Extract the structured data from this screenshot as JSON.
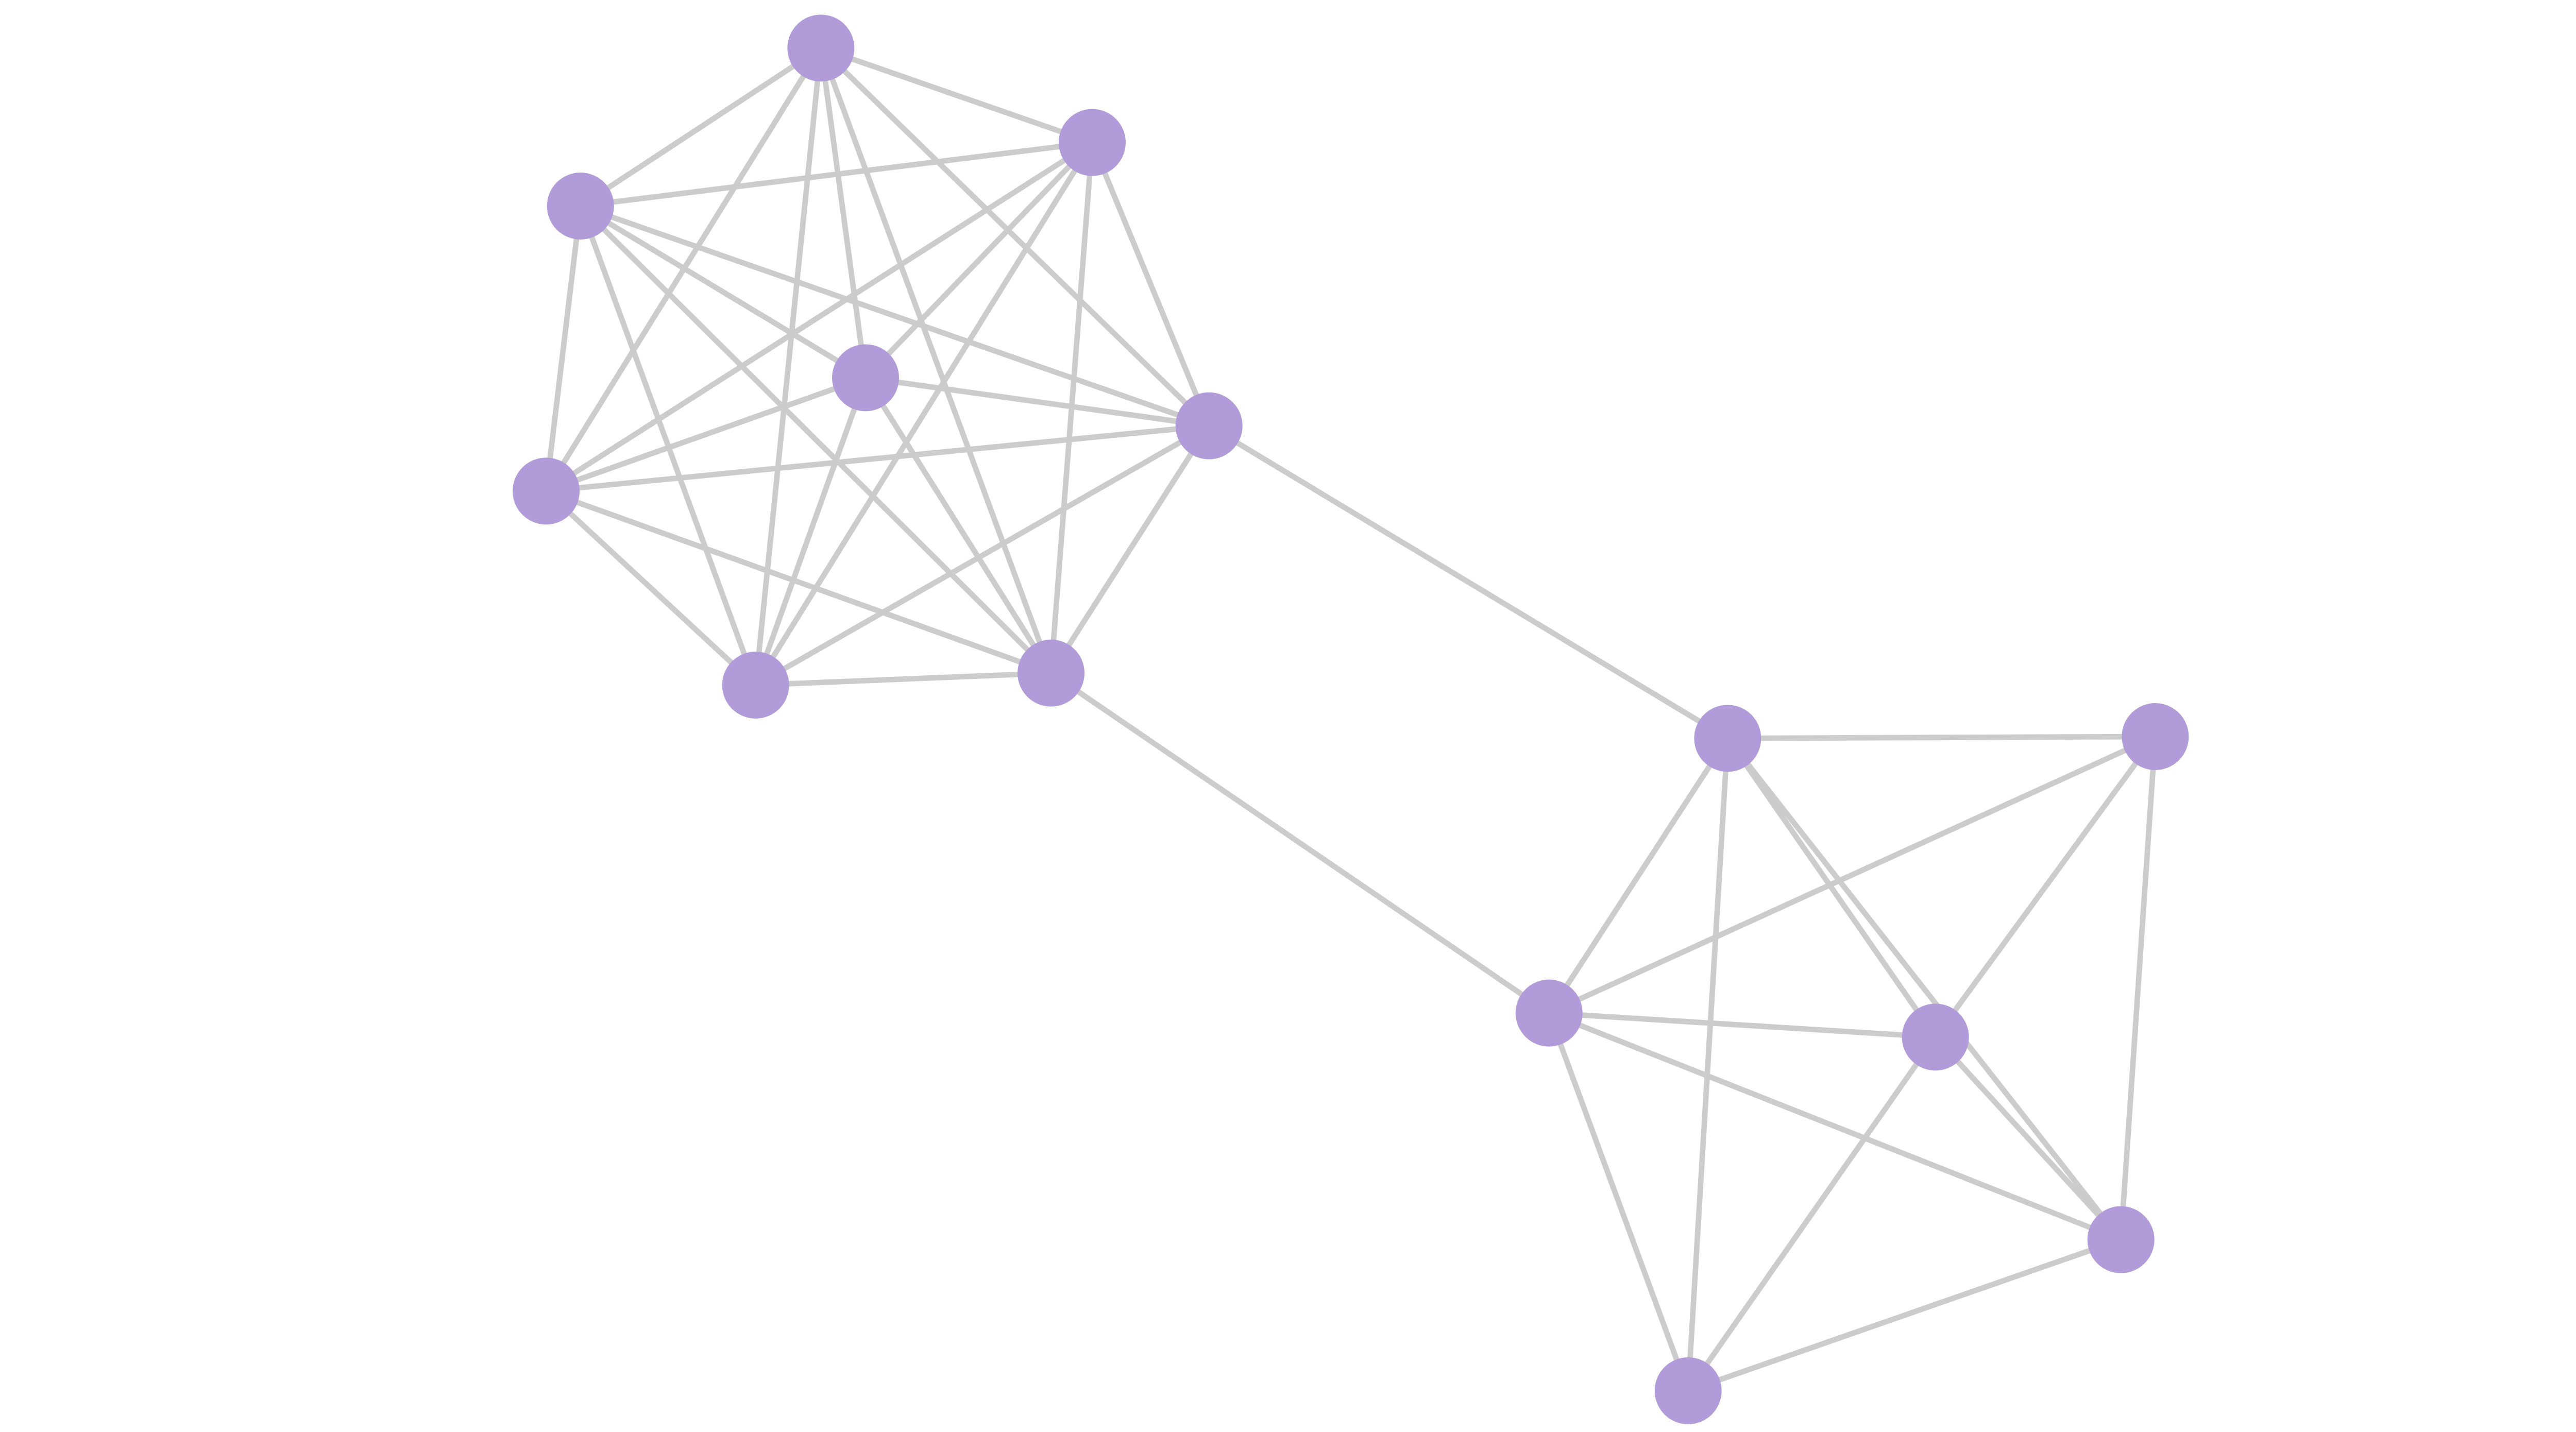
{
  "graph": {
    "colors": {
      "background": "#ffffff",
      "node": "#b19cd9",
      "edge": "#cccccc"
    },
    "nodes": [
      {
        "id": "A1",
        "cluster": "A"
      },
      {
        "id": "A2",
        "cluster": "A"
      },
      {
        "id": "A3",
        "cluster": "A"
      },
      {
        "id": "A4",
        "cluster": "A"
      },
      {
        "id": "A5",
        "cluster": "A"
      },
      {
        "id": "A6",
        "cluster": "A"
      },
      {
        "id": "A7",
        "cluster": "A"
      },
      {
        "id": "A8",
        "cluster": "A"
      },
      {
        "id": "B1",
        "cluster": "B"
      },
      {
        "id": "B2",
        "cluster": "B"
      },
      {
        "id": "B3",
        "cluster": "B"
      },
      {
        "id": "B4",
        "cluster": "B"
      },
      {
        "id": "B5",
        "cluster": "B"
      },
      {
        "id": "B6",
        "cluster": "B"
      }
    ],
    "edges": [
      [
        "A1",
        "A2"
      ],
      [
        "A1",
        "A3"
      ],
      [
        "A1",
        "A4"
      ],
      [
        "A1",
        "A5"
      ],
      [
        "A1",
        "A6"
      ],
      [
        "A1",
        "A7"
      ],
      [
        "A1",
        "A8"
      ],
      [
        "A2",
        "A3"
      ],
      [
        "A2",
        "A4"
      ],
      [
        "A2",
        "A5"
      ],
      [
        "A2",
        "A6"
      ],
      [
        "A2",
        "A7"
      ],
      [
        "A2",
        "A8"
      ],
      [
        "A3",
        "A4"
      ],
      [
        "A3",
        "A5"
      ],
      [
        "A3",
        "A6"
      ],
      [
        "A3",
        "A7"
      ],
      [
        "A3",
        "A8"
      ],
      [
        "A4",
        "A5"
      ],
      [
        "A4",
        "A6"
      ],
      [
        "A4",
        "A7"
      ],
      [
        "A4",
        "A8"
      ],
      [
        "A5",
        "A6"
      ],
      [
        "A5",
        "A7"
      ],
      [
        "A5",
        "A8"
      ],
      [
        "A6",
        "A7"
      ],
      [
        "A6",
        "A8"
      ],
      [
        "A7",
        "A8"
      ],
      [
        "A6",
        "B1"
      ],
      [
        "A8",
        "B2"
      ],
      [
        "B1",
        "B3"
      ],
      [
        "B1",
        "B2"
      ],
      [
        "B1",
        "B4"
      ],
      [
        "B1",
        "B5"
      ],
      [
        "B1",
        "B6"
      ],
      [
        "B3",
        "B2"
      ],
      [
        "B3",
        "B4"
      ],
      [
        "B3",
        "B5"
      ],
      [
        "B2",
        "B4"
      ],
      [
        "B2",
        "B5"
      ],
      [
        "B2",
        "B6"
      ],
      [
        "B4",
        "B5"
      ],
      [
        "B4",
        "B6"
      ],
      [
        "B5",
        "B6"
      ]
    ]
  }
}
